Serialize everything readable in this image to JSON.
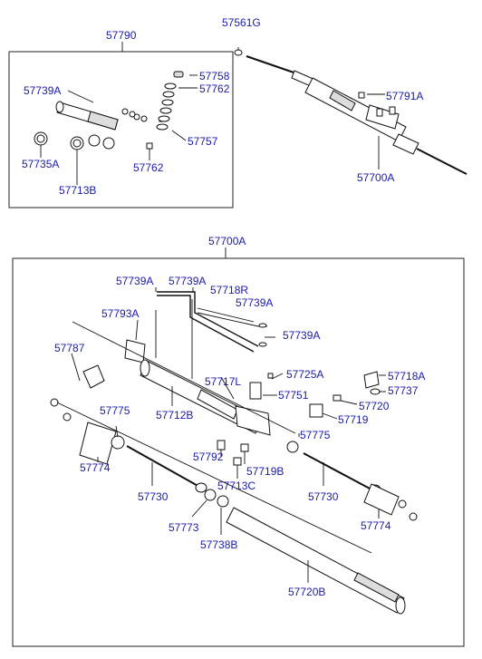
{
  "labels": {
    "l57790": "57790",
    "l57561G": "57561G",
    "l57739A_top": "57739A",
    "l57758": "57758",
    "l57762_top": "57762",
    "l57791A": "57791A",
    "l57757": "57757",
    "l57735A": "57735A",
    "l57762_bot": "57762",
    "l57713B": "57713B",
    "l57700A_side": "57700A",
    "l57700A_main": "57700A",
    "l57739A_a": "57739A",
    "l57739A_b": "57739A",
    "l57718R": "57718R",
    "l57739A_c": "57739A",
    "l57793A": "57793A",
    "l57739A_d": "57739A",
    "l57787": "57787",
    "l57725A": "57725A",
    "l57718A": "57718A",
    "l57717L": "57717L",
    "l57737": "57737",
    "l57751": "57751",
    "l57720": "57720",
    "l57775_a": "57775",
    "l57712B": "57712B",
    "l57719": "57719",
    "l57775_b": "57775",
    "l57792": "57792",
    "l57774_a": "57774",
    "l57719B": "57719B",
    "l57713C": "57713C",
    "l57730_a": "57730",
    "l57730_b": "57730",
    "l57773": "57773",
    "l57774_b": "57774",
    "l57738B": "57738B",
    "l57720B": "57720B"
  }
}
